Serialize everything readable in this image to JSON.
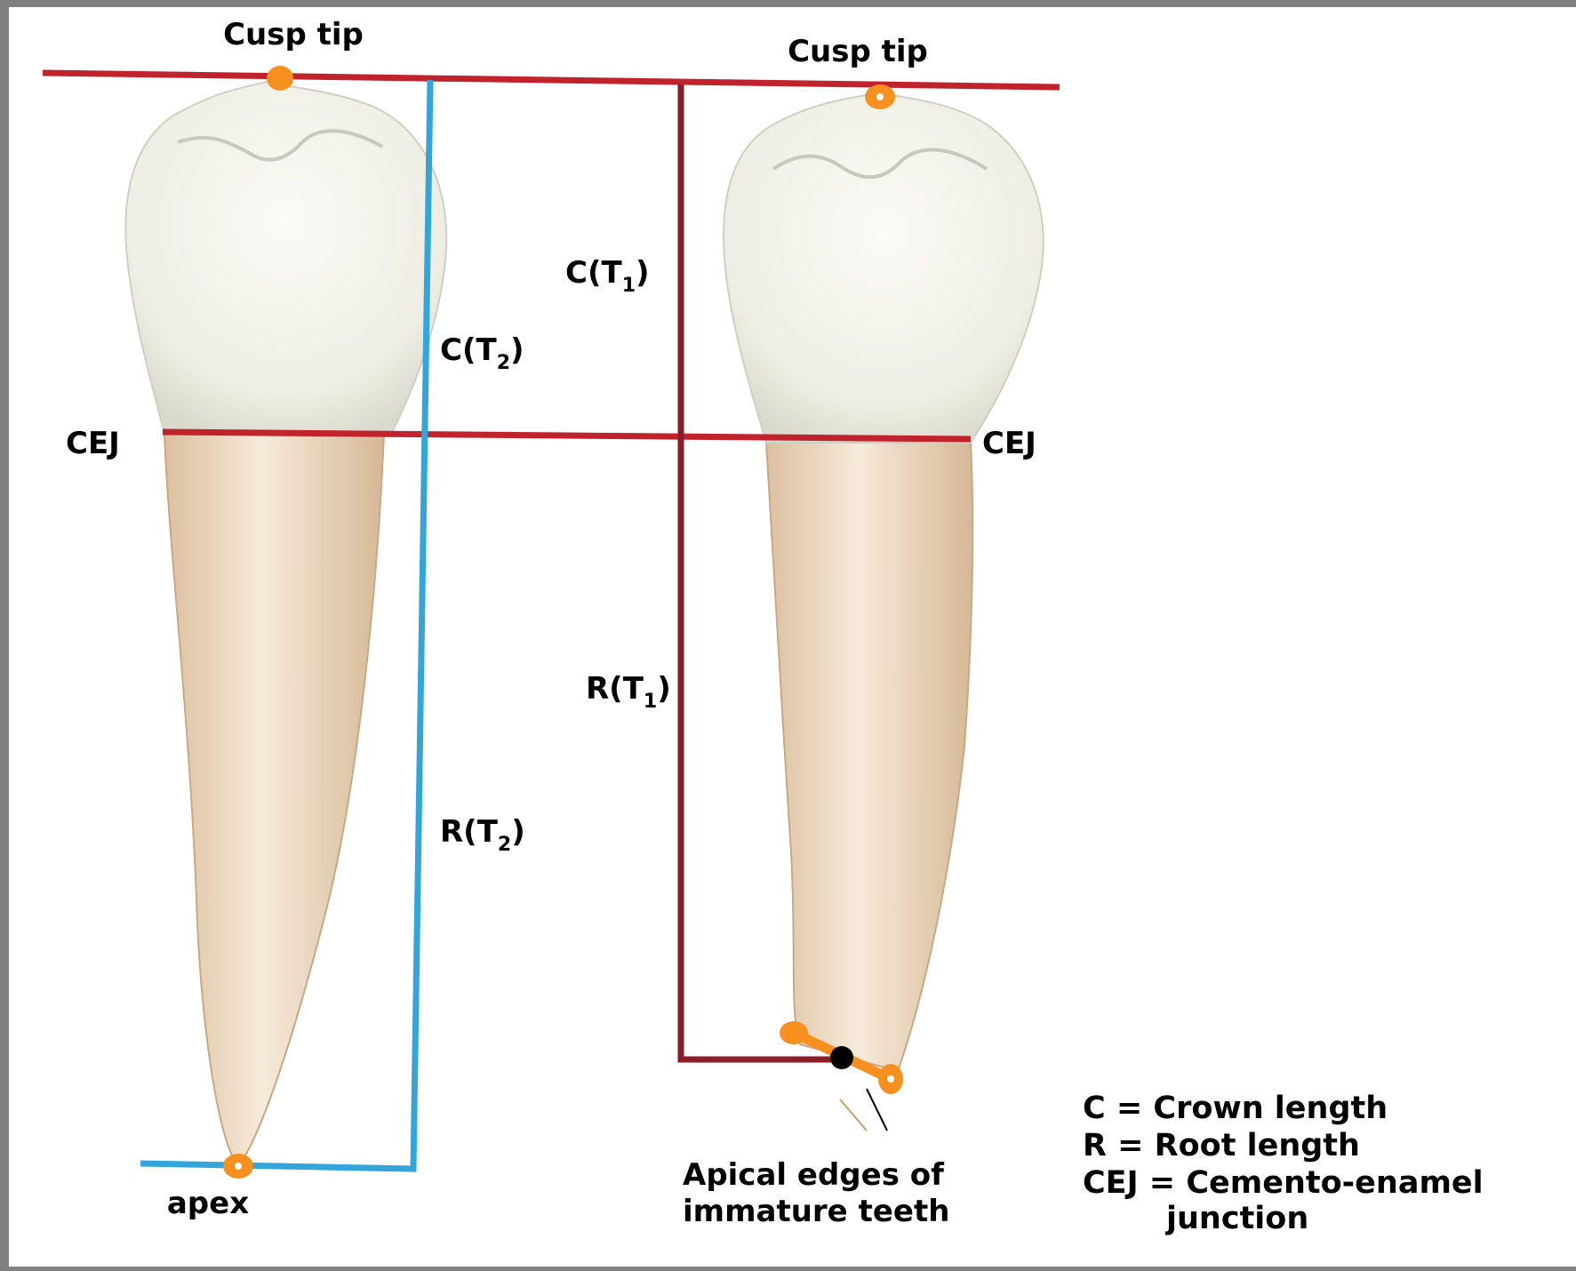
{
  "labels": {
    "cusp_tip_left": "Cusp tip",
    "cusp_tip_right": "Cusp tip",
    "cej_left": "CEJ",
    "cej_right": "CEJ",
    "c_t1": {
      "main": "C(T",
      "sub": "1",
      "close": ")"
    },
    "c_t2": {
      "main": "C(T",
      "sub": "2",
      "close": ")"
    },
    "r_t1": {
      "main": "R(T",
      "sub": "1",
      "close": ")"
    },
    "r_t2": {
      "main": "R(T",
      "sub": "2",
      "close": ")"
    },
    "apex": "apex",
    "apical_line1": "Apical edges of",
    "apical_line2": "immature teeth"
  },
  "legend": {
    "line1": "C = Crown length",
    "line2": "R = Root length",
    "line3": "CEJ = Cemento-enamel",
    "line4": "junction"
  },
  "colors": {
    "background": "#ffffff",
    "frame": "#808080",
    "red_line": "#c0232c",
    "blue_line": "#33a5db",
    "marker": "#f7901e",
    "crown": "#f2f2ea",
    "root": "#e9d2b8"
  }
}
